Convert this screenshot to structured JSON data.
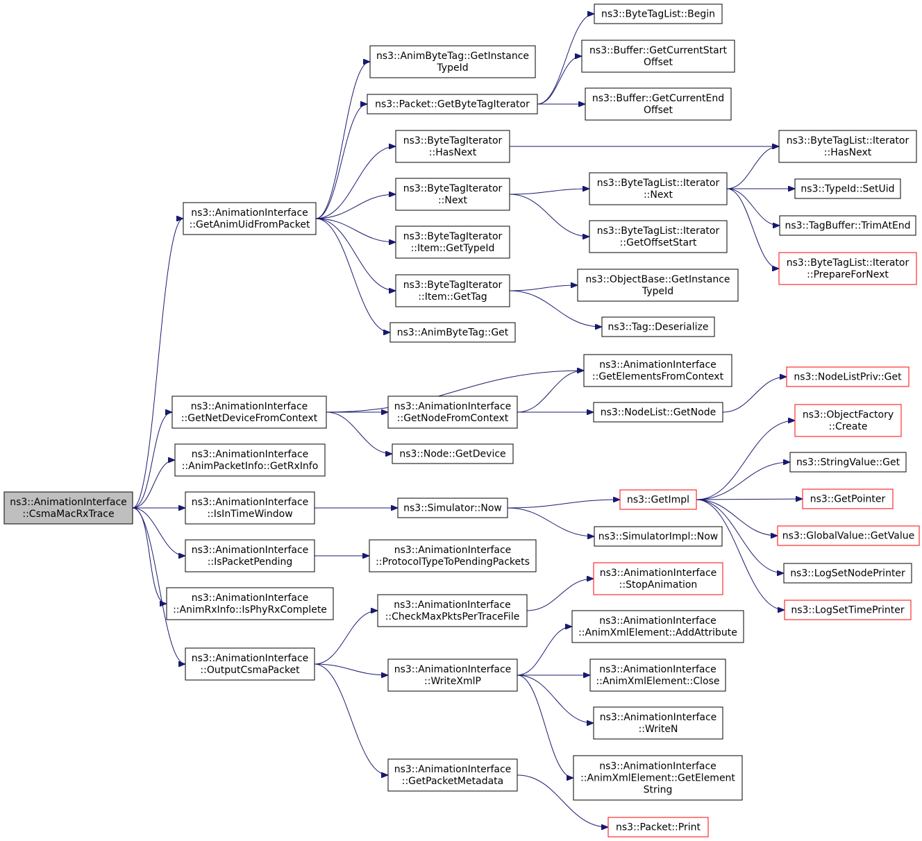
{
  "colors": {
    "edge": "#191970",
    "node_border": "#000000",
    "node_border_truncated": "#ff0000",
    "root_fill": "#bfbfbf",
    "node_fill": "#ffffff",
    "text": "#000000"
  },
  "nodes": [
    {
      "id": "root",
      "lines": [
        "ns3::AnimationInterface",
        "::CsmaMacRxTrace"
      ],
      "root": true
    },
    {
      "id": "getAnimUid",
      "lines": [
        "ns3::AnimationInterface",
        "::GetAnimUidFromPacket"
      ]
    },
    {
      "id": "getNetDev",
      "lines": [
        "ns3::AnimationInterface",
        "::GetNetDeviceFromContext"
      ]
    },
    {
      "id": "getRxInfo",
      "lines": [
        "ns3::AnimationInterface",
        "::AnimPacketInfo::GetRxInfo"
      ]
    },
    {
      "id": "isInTime",
      "lines": [
        "ns3::AnimationInterface",
        "::IsInTimeWindow"
      ]
    },
    {
      "id": "isPending",
      "lines": [
        "ns3::AnimationInterface",
        "::IsPacketPending"
      ]
    },
    {
      "id": "isPhyRx",
      "lines": [
        "ns3::AnimationInterface",
        "::AnimRxInfo::IsPhyRxComplete"
      ]
    },
    {
      "id": "outputCsma",
      "lines": [
        "ns3::AnimationInterface",
        "::OutputCsmaPacket"
      ]
    },
    {
      "id": "animTagGetInst",
      "lines": [
        "ns3::AnimByteTag::GetInstance",
        "TypeId"
      ]
    },
    {
      "id": "pktGetBTI",
      "lines": [
        "ns3::Packet::GetByteTagIterator"
      ]
    },
    {
      "id": "btiHasNext",
      "lines": [
        "ns3::ByteTagIterator",
        "::HasNext"
      ]
    },
    {
      "id": "btiNext",
      "lines": [
        "ns3::ByteTagIterator",
        "::Next"
      ]
    },
    {
      "id": "btiItemType",
      "lines": [
        "ns3::ByteTagIterator",
        "::Item::GetTypeId"
      ]
    },
    {
      "id": "btiItemTag",
      "lines": [
        "ns3::ByteTagIterator",
        "::Item::GetTag"
      ]
    },
    {
      "id": "animTagGet",
      "lines": [
        "ns3::AnimByteTag::Get"
      ]
    },
    {
      "id": "btlBegin",
      "lines": [
        "ns3::ByteTagList::Begin"
      ]
    },
    {
      "id": "bufStart",
      "lines": [
        "ns3::Buffer::GetCurrentStart",
        "Offset"
      ]
    },
    {
      "id": "bufEnd",
      "lines": [
        "ns3::Buffer::GetCurrentEnd",
        "Offset"
      ]
    },
    {
      "id": "btliNext",
      "lines": [
        "ns3::ByteTagList::Iterator",
        "::Next"
      ]
    },
    {
      "id": "btliOffset",
      "lines": [
        "ns3::ByteTagList::Iterator",
        "::GetOffsetStart"
      ]
    },
    {
      "id": "objBaseInst",
      "lines": [
        "ns3::ObjectBase::GetInstance",
        "TypeId"
      ]
    },
    {
      "id": "tagDeser",
      "lines": [
        "ns3::Tag::Deserialize"
      ]
    },
    {
      "id": "btliHasNext",
      "lines": [
        "ns3::ByteTagList::Iterator",
        "::HasNext"
      ]
    },
    {
      "id": "typeIdSetUid",
      "lines": [
        "ns3::TypeId::SetUid"
      ]
    },
    {
      "id": "tagBufTrim",
      "lines": [
        "ns3::TagBuffer::TrimAtEnd"
      ]
    },
    {
      "id": "btliPrep",
      "lines": [
        "ns3::ByteTagList::Iterator",
        "::PrepareForNext"
      ],
      "truncated": true
    },
    {
      "id": "getElemCtx",
      "lines": [
        "ns3::AnimationInterface",
        "::GetElementsFromContext"
      ]
    },
    {
      "id": "getNodeCtx",
      "lines": [
        "ns3::AnimationInterface",
        "::GetNodeFromContext"
      ]
    },
    {
      "id": "nodeGetDev",
      "lines": [
        "ns3::Node::GetDevice"
      ]
    },
    {
      "id": "nodeListGet",
      "lines": [
        "ns3::NodeList::GetNode"
      ]
    },
    {
      "id": "nodeListPriv",
      "lines": [
        "ns3::NodeListPriv::Get"
      ],
      "truncated": true
    },
    {
      "id": "simNow",
      "lines": [
        "ns3::Simulator::Now"
      ]
    },
    {
      "id": "getImpl",
      "lines": [
        "ns3::GetImpl"
      ],
      "truncated": true
    },
    {
      "id": "simImplNow",
      "lines": [
        "ns3::SimulatorImpl::Now"
      ]
    },
    {
      "id": "objFactCreate",
      "lines": [
        "ns3::ObjectFactory",
        "::Create"
      ],
      "truncated": true
    },
    {
      "id": "strValGet",
      "lines": [
        "ns3::StringValue::Get"
      ]
    },
    {
      "id": "getPointer",
      "lines": [
        "ns3::GetPointer"
      ],
      "truncated": true
    },
    {
      "id": "globalValGet",
      "lines": [
        "ns3::GlobalValue::GetValue"
      ],
      "truncated": true
    },
    {
      "id": "logNodePrinter",
      "lines": [
        "ns3::LogSetNodePrinter"
      ]
    },
    {
      "id": "logTimePrinter",
      "lines": [
        "ns3::LogSetTimePrinter"
      ],
      "truncated": true
    },
    {
      "id": "protoToPending",
      "lines": [
        "ns3::AnimationInterface",
        "::ProtocolTypeToPendingPackets"
      ]
    },
    {
      "id": "checkMaxPkts",
      "lines": [
        "ns3::AnimationInterface",
        "::CheckMaxPktsPerTraceFile"
      ]
    },
    {
      "id": "writeXmlP",
      "lines": [
        "ns3::AnimationInterface",
        "::WriteXmlP"
      ]
    },
    {
      "id": "getPktMeta",
      "lines": [
        "ns3::AnimationInterface",
        "::GetPacketMetadata"
      ]
    },
    {
      "id": "stopAnim",
      "lines": [
        "ns3::AnimationInterface",
        "::StopAnimation"
      ],
      "truncated": true
    },
    {
      "id": "addAttr",
      "lines": [
        "ns3::AnimationInterface",
        "::AnimXmlElement::AddAttribute"
      ]
    },
    {
      "id": "xmlClose",
      "lines": [
        "ns3::AnimationInterface",
        "::AnimXmlElement::Close"
      ]
    },
    {
      "id": "writeN",
      "lines": [
        "ns3::AnimationInterface",
        "::WriteN"
      ]
    },
    {
      "id": "getElemStr",
      "lines": [
        "ns3::AnimationInterface",
        "::AnimXmlElement::GetElement",
        "String"
      ]
    },
    {
      "id": "pktPrint",
      "lines": [
        "ns3::Packet::Print"
      ],
      "truncated": true
    }
  ],
  "edges": [
    [
      "root",
      "getAnimUid"
    ],
    [
      "root",
      "getNetDev"
    ],
    [
      "root",
      "getRxInfo"
    ],
    [
      "root",
      "isInTime"
    ],
    [
      "root",
      "isPending"
    ],
    [
      "root",
      "isPhyRx"
    ],
    [
      "root",
      "outputCsma"
    ],
    [
      "getAnimUid",
      "animTagGetInst"
    ],
    [
      "getAnimUid",
      "pktGetBTI"
    ],
    [
      "getAnimUid",
      "btiHasNext"
    ],
    [
      "getAnimUid",
      "btiNext"
    ],
    [
      "getAnimUid",
      "btiItemType"
    ],
    [
      "getAnimUid",
      "btiItemTag"
    ],
    [
      "getAnimUid",
      "animTagGet"
    ],
    [
      "pktGetBTI",
      "btlBegin"
    ],
    [
      "pktGetBTI",
      "bufStart"
    ],
    [
      "pktGetBTI",
      "bufEnd"
    ],
    [
      "btiHasNext",
      "btliHasNext"
    ],
    [
      "btiNext",
      "btliNext"
    ],
    [
      "btiNext",
      "btliOffset"
    ],
    [
      "btiItemTag",
      "objBaseInst"
    ],
    [
      "btiItemTag",
      "tagDeser"
    ],
    [
      "btliNext",
      "btliHasNext"
    ],
    [
      "btliNext",
      "typeIdSetUid"
    ],
    [
      "btliNext",
      "tagBufTrim"
    ],
    [
      "btliNext",
      "btliPrep"
    ],
    [
      "getNetDev",
      "getElemCtx"
    ],
    [
      "getNetDev",
      "getNodeCtx"
    ],
    [
      "getNetDev",
      "nodeGetDev"
    ],
    [
      "getNodeCtx",
      "getElemCtx"
    ],
    [
      "getNodeCtx",
      "nodeListGet"
    ],
    [
      "nodeListGet",
      "nodeListPriv"
    ],
    [
      "isInTime",
      "simNow"
    ],
    [
      "simNow",
      "getImpl"
    ],
    [
      "simNow",
      "simImplNow"
    ],
    [
      "getImpl",
      "objFactCreate"
    ],
    [
      "getImpl",
      "strValGet"
    ],
    [
      "getImpl",
      "getPointer"
    ],
    [
      "getImpl",
      "globalValGet"
    ],
    [
      "getImpl",
      "logNodePrinter"
    ],
    [
      "getImpl",
      "logTimePrinter"
    ],
    [
      "isPending",
      "protoToPending"
    ],
    [
      "outputCsma",
      "checkMaxPkts"
    ],
    [
      "outputCsma",
      "writeXmlP"
    ],
    [
      "outputCsma",
      "getPktMeta"
    ],
    [
      "checkMaxPkts",
      "stopAnim"
    ],
    [
      "writeXmlP",
      "addAttr"
    ],
    [
      "writeXmlP",
      "xmlClose"
    ],
    [
      "writeXmlP",
      "writeN"
    ],
    [
      "writeXmlP",
      "getElemStr"
    ],
    [
      "getPktMeta",
      "pktPrint"
    ]
  ]
}
